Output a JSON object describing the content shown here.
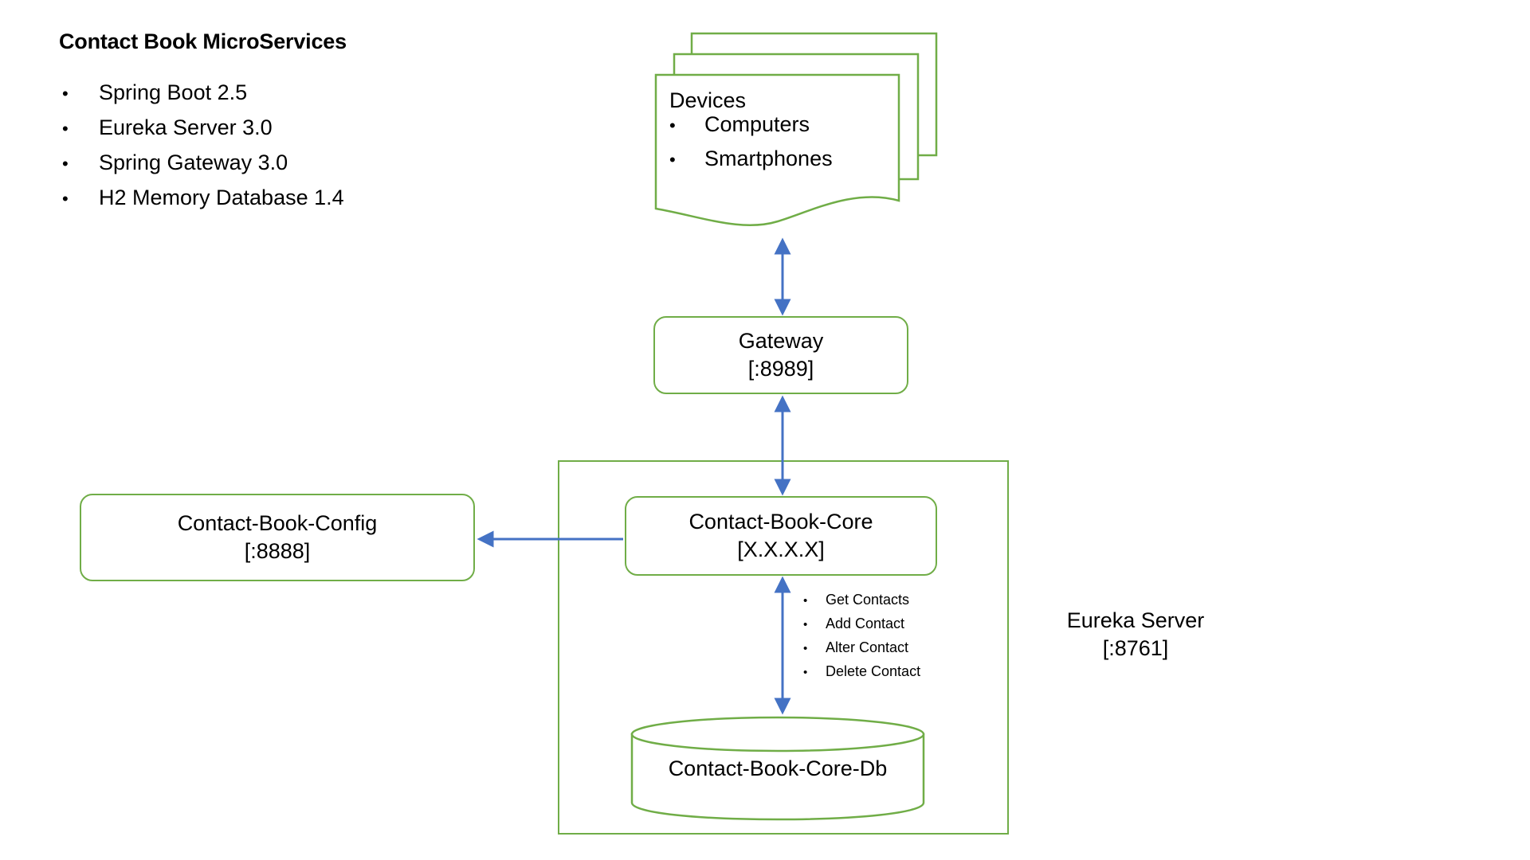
{
  "title": "Contact Book MicroServices",
  "tech_stack": [
    {
      "label": "Spring Boot 2.5",
      "bullet": "•"
    },
    {
      "label": "Eureka Server 3.0",
      "bullet": "•"
    },
    {
      "label": "Spring Gateway 3.0",
      "bullet": "•"
    },
    {
      "label": "H2 Memory Database 1.4",
      "bullet": "•"
    }
  ],
  "devices": {
    "heading": "Devices",
    "items": [
      {
        "label": "Computers",
        "bullet": "•"
      },
      {
        "label": "Smartphones",
        "bullet": "•"
      }
    ]
  },
  "gateway": {
    "name": "Gateway",
    "port": "[:8989]"
  },
  "config_service": {
    "name": "Contact-Book-Config",
    "port": "[:8888]"
  },
  "core_service": {
    "name": "Contact-Book-Core",
    "port": "[X.X.X.X]"
  },
  "database": {
    "name": "Contact-Book-Core-Db"
  },
  "eureka": {
    "name": "Eureka Server",
    "port": "[:8761]"
  },
  "operations": [
    {
      "label": "Get Contacts",
      "bullet": "•"
    },
    {
      "label": "Add Contact",
      "bullet": "•"
    },
    {
      "label": "Alter Contact",
      "bullet": "•"
    },
    {
      "label": "Delete Contact",
      "bullet": "•"
    }
  ],
  "colors": {
    "shape_stroke": "#70AD47",
    "arrow": "#4472C4",
    "background": "#FFFFFF",
    "text": "#000000"
  }
}
